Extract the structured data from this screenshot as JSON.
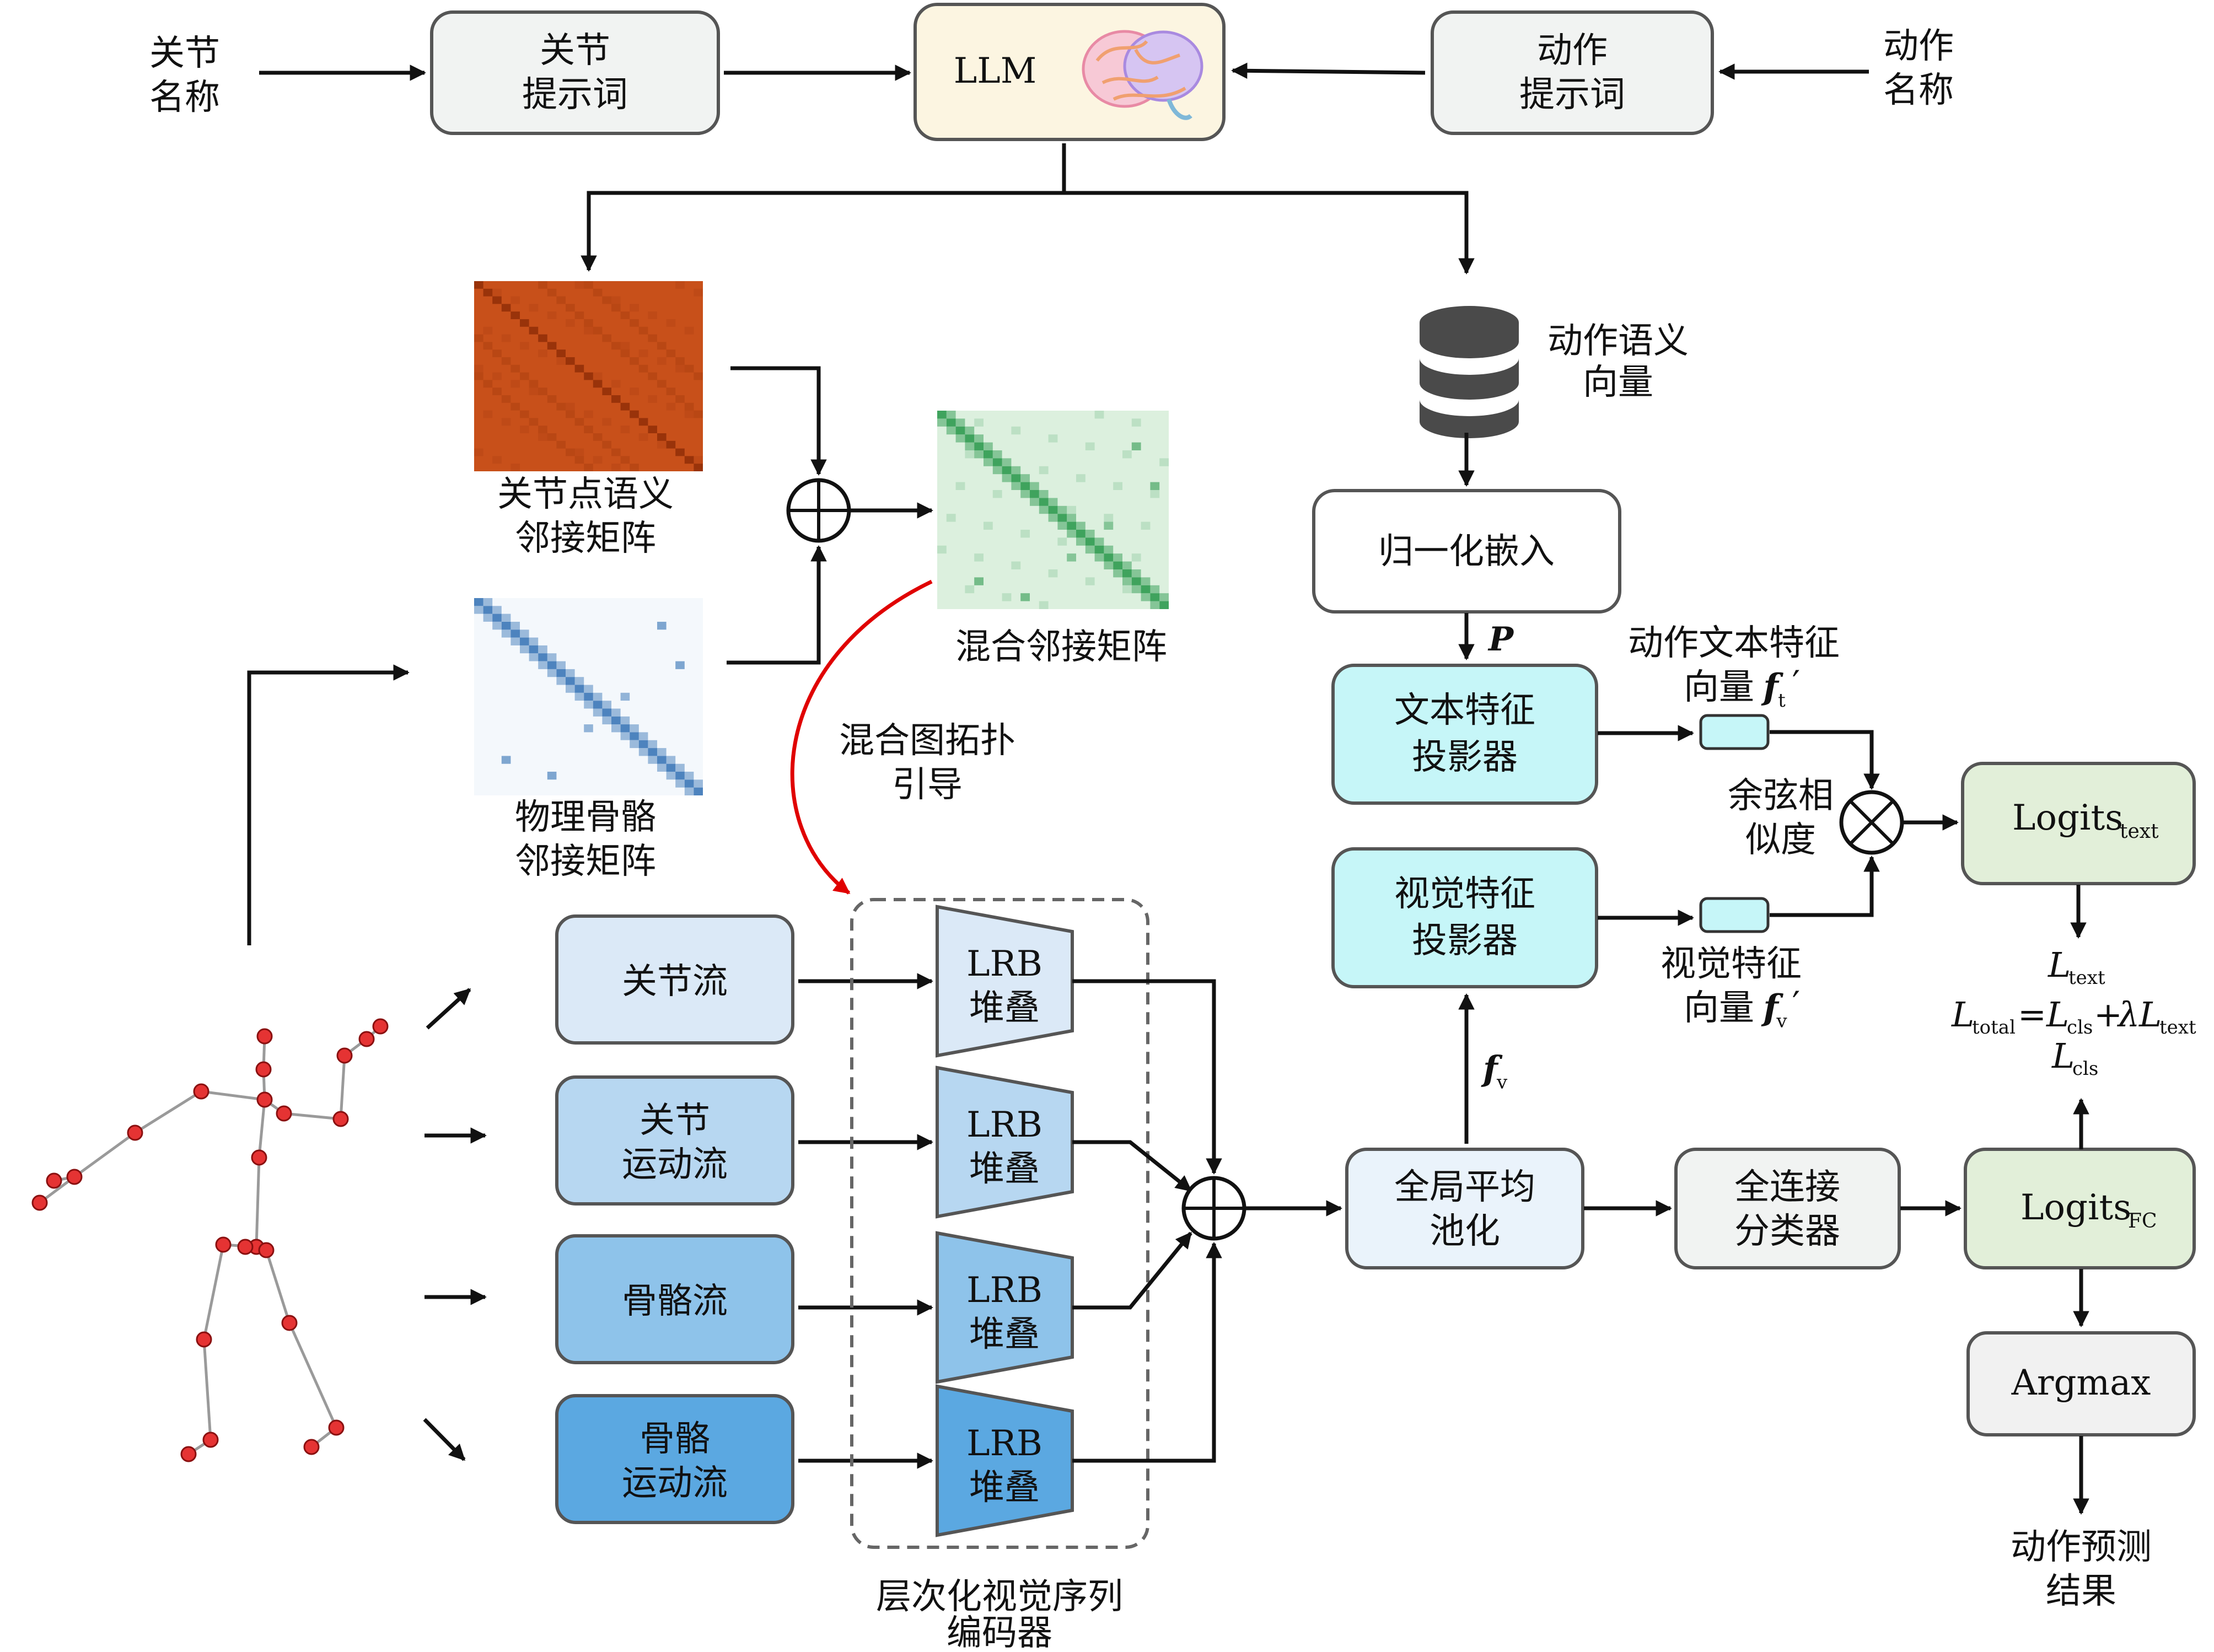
{
  "inputs": {
    "joint_name": [
      "关节",
      "名称"
    ],
    "action_name": [
      "动作",
      "名称"
    ]
  },
  "top": {
    "joint_prompt": [
      "关节",
      "提示词"
    ],
    "llm": "LLM",
    "action_prompt": [
      "动作",
      "提示词"
    ]
  },
  "matrices": {
    "semantic": [
      "关节点语义",
      "邻接矩阵"
    ],
    "physical": [
      "物理骨骼",
      "邻接矩阵"
    ],
    "mixed": "混合邻接矩阵",
    "guidance": [
      "混合图拓扑",
      "引导"
    ]
  },
  "streams": [
    {
      "label": [
        "关节流"
      ],
      "fill": "#dbe9f7"
    },
    {
      "label": [
        "关节",
        "运动流"
      ],
      "fill": "#b7d7f1"
    },
    {
      "label": [
        "骨骼流"
      ],
      "fill": "#8ec3ea"
    },
    {
      "label": [
        "骨骼",
        "运动流"
      ],
      "fill": "#5ba8e1"
    }
  ],
  "lrb": [
    {
      "line1": "LRB",
      "line2": "堆叠",
      "fill": "#dbe9f7"
    },
    {
      "line1": "LRB",
      "line2": "堆叠",
      "fill": "#b7d7f1"
    },
    {
      "line1": "LRB",
      "line2": "堆叠",
      "fill": "#8ec3ea"
    },
    {
      "line1": "LRB",
      "line2": "堆叠",
      "fill": "#5ba8e1"
    }
  ],
  "encoder_caption": [
    "层次化视觉序列",
    "编码器"
  ],
  "right": {
    "semantic_vec": [
      "动作语义",
      "向量"
    ],
    "normalize": "归一化嵌入",
    "p_label": "P",
    "text_proj": [
      "文本特征",
      "投影器"
    ],
    "text_feat": [
      "动作文本特征",
      "向量"
    ],
    "text_feat_sym": "f",
    "text_feat_sub": "t",
    "visual_proj": [
      "视觉特征",
      "投影器"
    ],
    "visual_feat": [
      "视觉特征",
      "向量"
    ],
    "visual_feat_sym": "f",
    "visual_feat_sub": "v",
    "prime": "′",
    "cos_sim": [
      "余弦相",
      "似度"
    ],
    "fv_sym": "f",
    "fv_sub": "v",
    "gap": [
      "全局平均",
      "池化"
    ],
    "fc": [
      "全连接",
      "分类器"
    ],
    "logits_text": "Logits",
    "logits_text_sub": "text",
    "logits_fc": "Logits",
    "logits_fc_sub": "FC",
    "argmax": "Argmax",
    "result": [
      "动作预测",
      "结果"
    ]
  },
  "loss": {
    "L": "L",
    "text": "text",
    "total": "total",
    "cls": "cls",
    "eq": "=",
    "plus": "+",
    "lambda": "λ"
  },
  "colors": {
    "llm_fill": "#fcf5e1",
    "gray_fill": "#f1f3f2",
    "cyan_fill": "#c6f6f8",
    "green_fill": "#e2efd9",
    "light_blue_fill": "#eaf3fb",
    "red_arrow": "#e00000",
    "semantic_matrix": "#c0460e",
    "mixed_matrix": "#2e9a4f",
    "physical_matrix": "#2f6fb3",
    "joint_dot": "#e53333"
  }
}
